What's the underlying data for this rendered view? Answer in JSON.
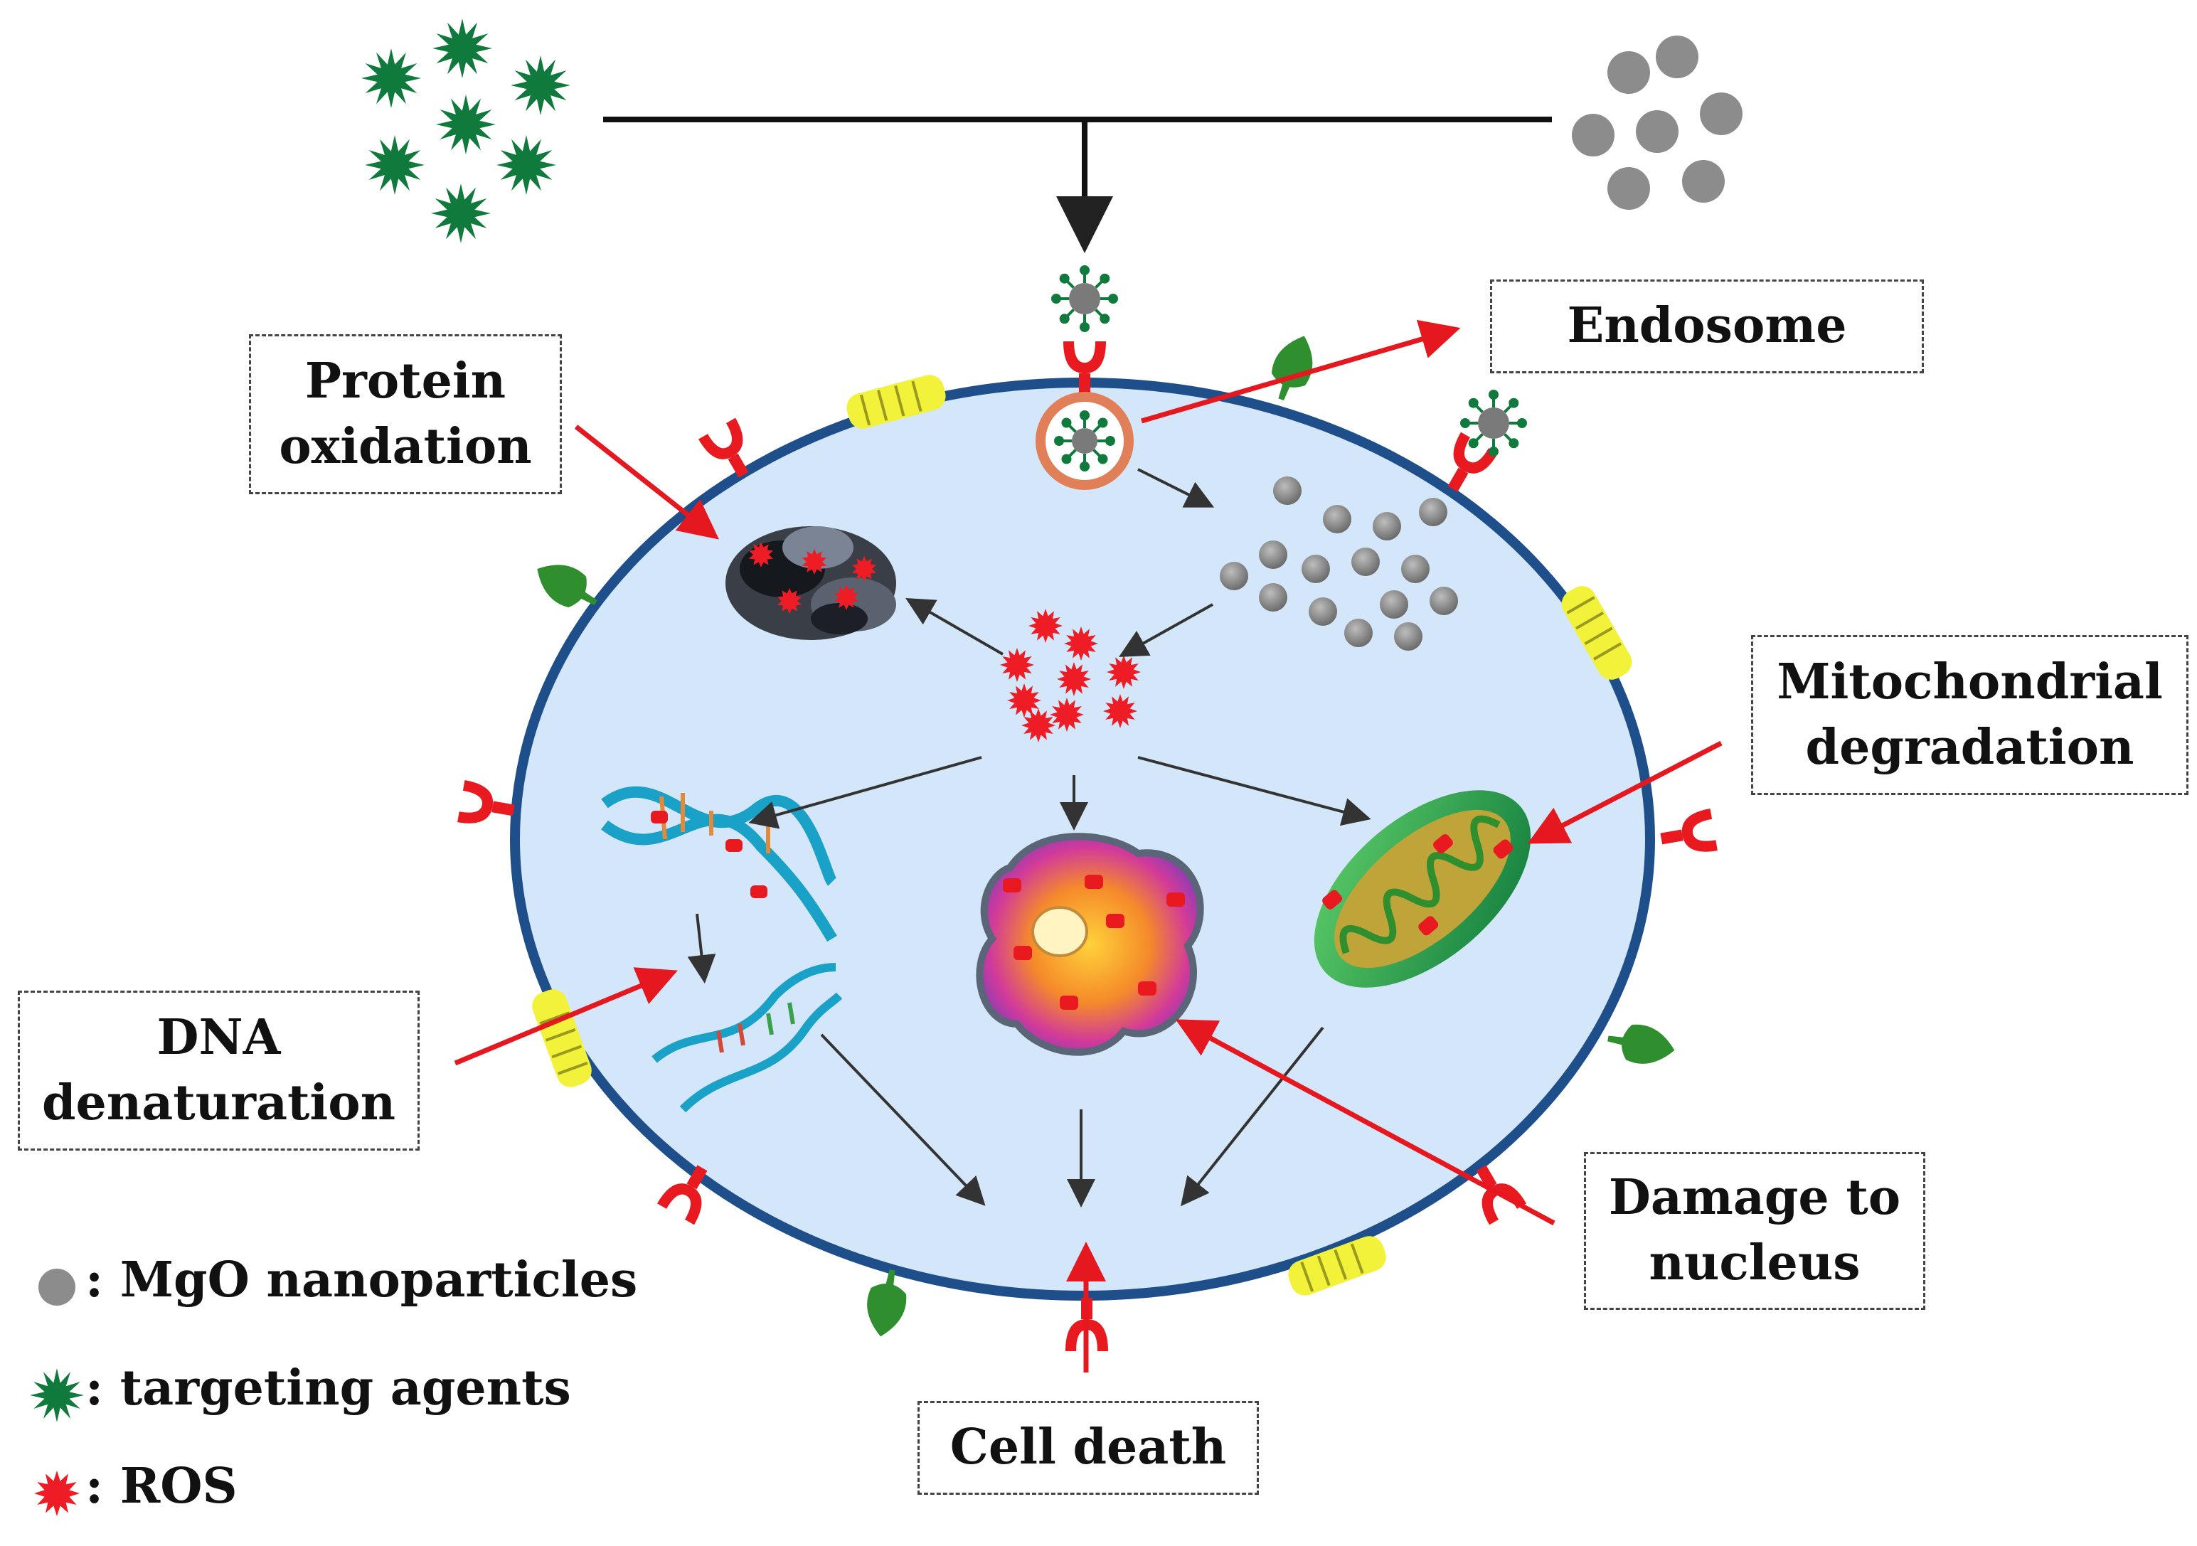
{
  "labels": {
    "endosome": "Endosome",
    "protein_oxidation": [
      "Protein",
      "oxidation"
    ],
    "mitochondrial_degradation": [
      "Mitochondrial",
      "degradation"
    ],
    "dna_denaturation": [
      "DNA",
      "denaturation"
    ],
    "damage_to_nucleus": [
      "Damage to",
      "nucleus"
    ],
    "cell_death": "Cell death"
  },
  "legend": [
    {
      "icon": "gray-nanoparticle-icon",
      "text": ": MgO nanoparticles"
    },
    {
      "icon": "green-star-icon",
      "text": ": targeting agents"
    },
    {
      "icon": "red-ros-icon",
      "text": ": ROS"
    }
  ],
  "colors": {
    "cell_fill": "#d4e6f9",
    "cell_border": "#1e4f8a",
    "targeting_agent": "#0f7a3c",
    "nanoparticle": "#8a8a8a",
    "ros": "#ee1c24",
    "receptor_red": "#e8191f",
    "receptor_green": "#2f8f2f",
    "channel_yellow": "#f2f23a",
    "red_arrow": "#e5171f"
  }
}
